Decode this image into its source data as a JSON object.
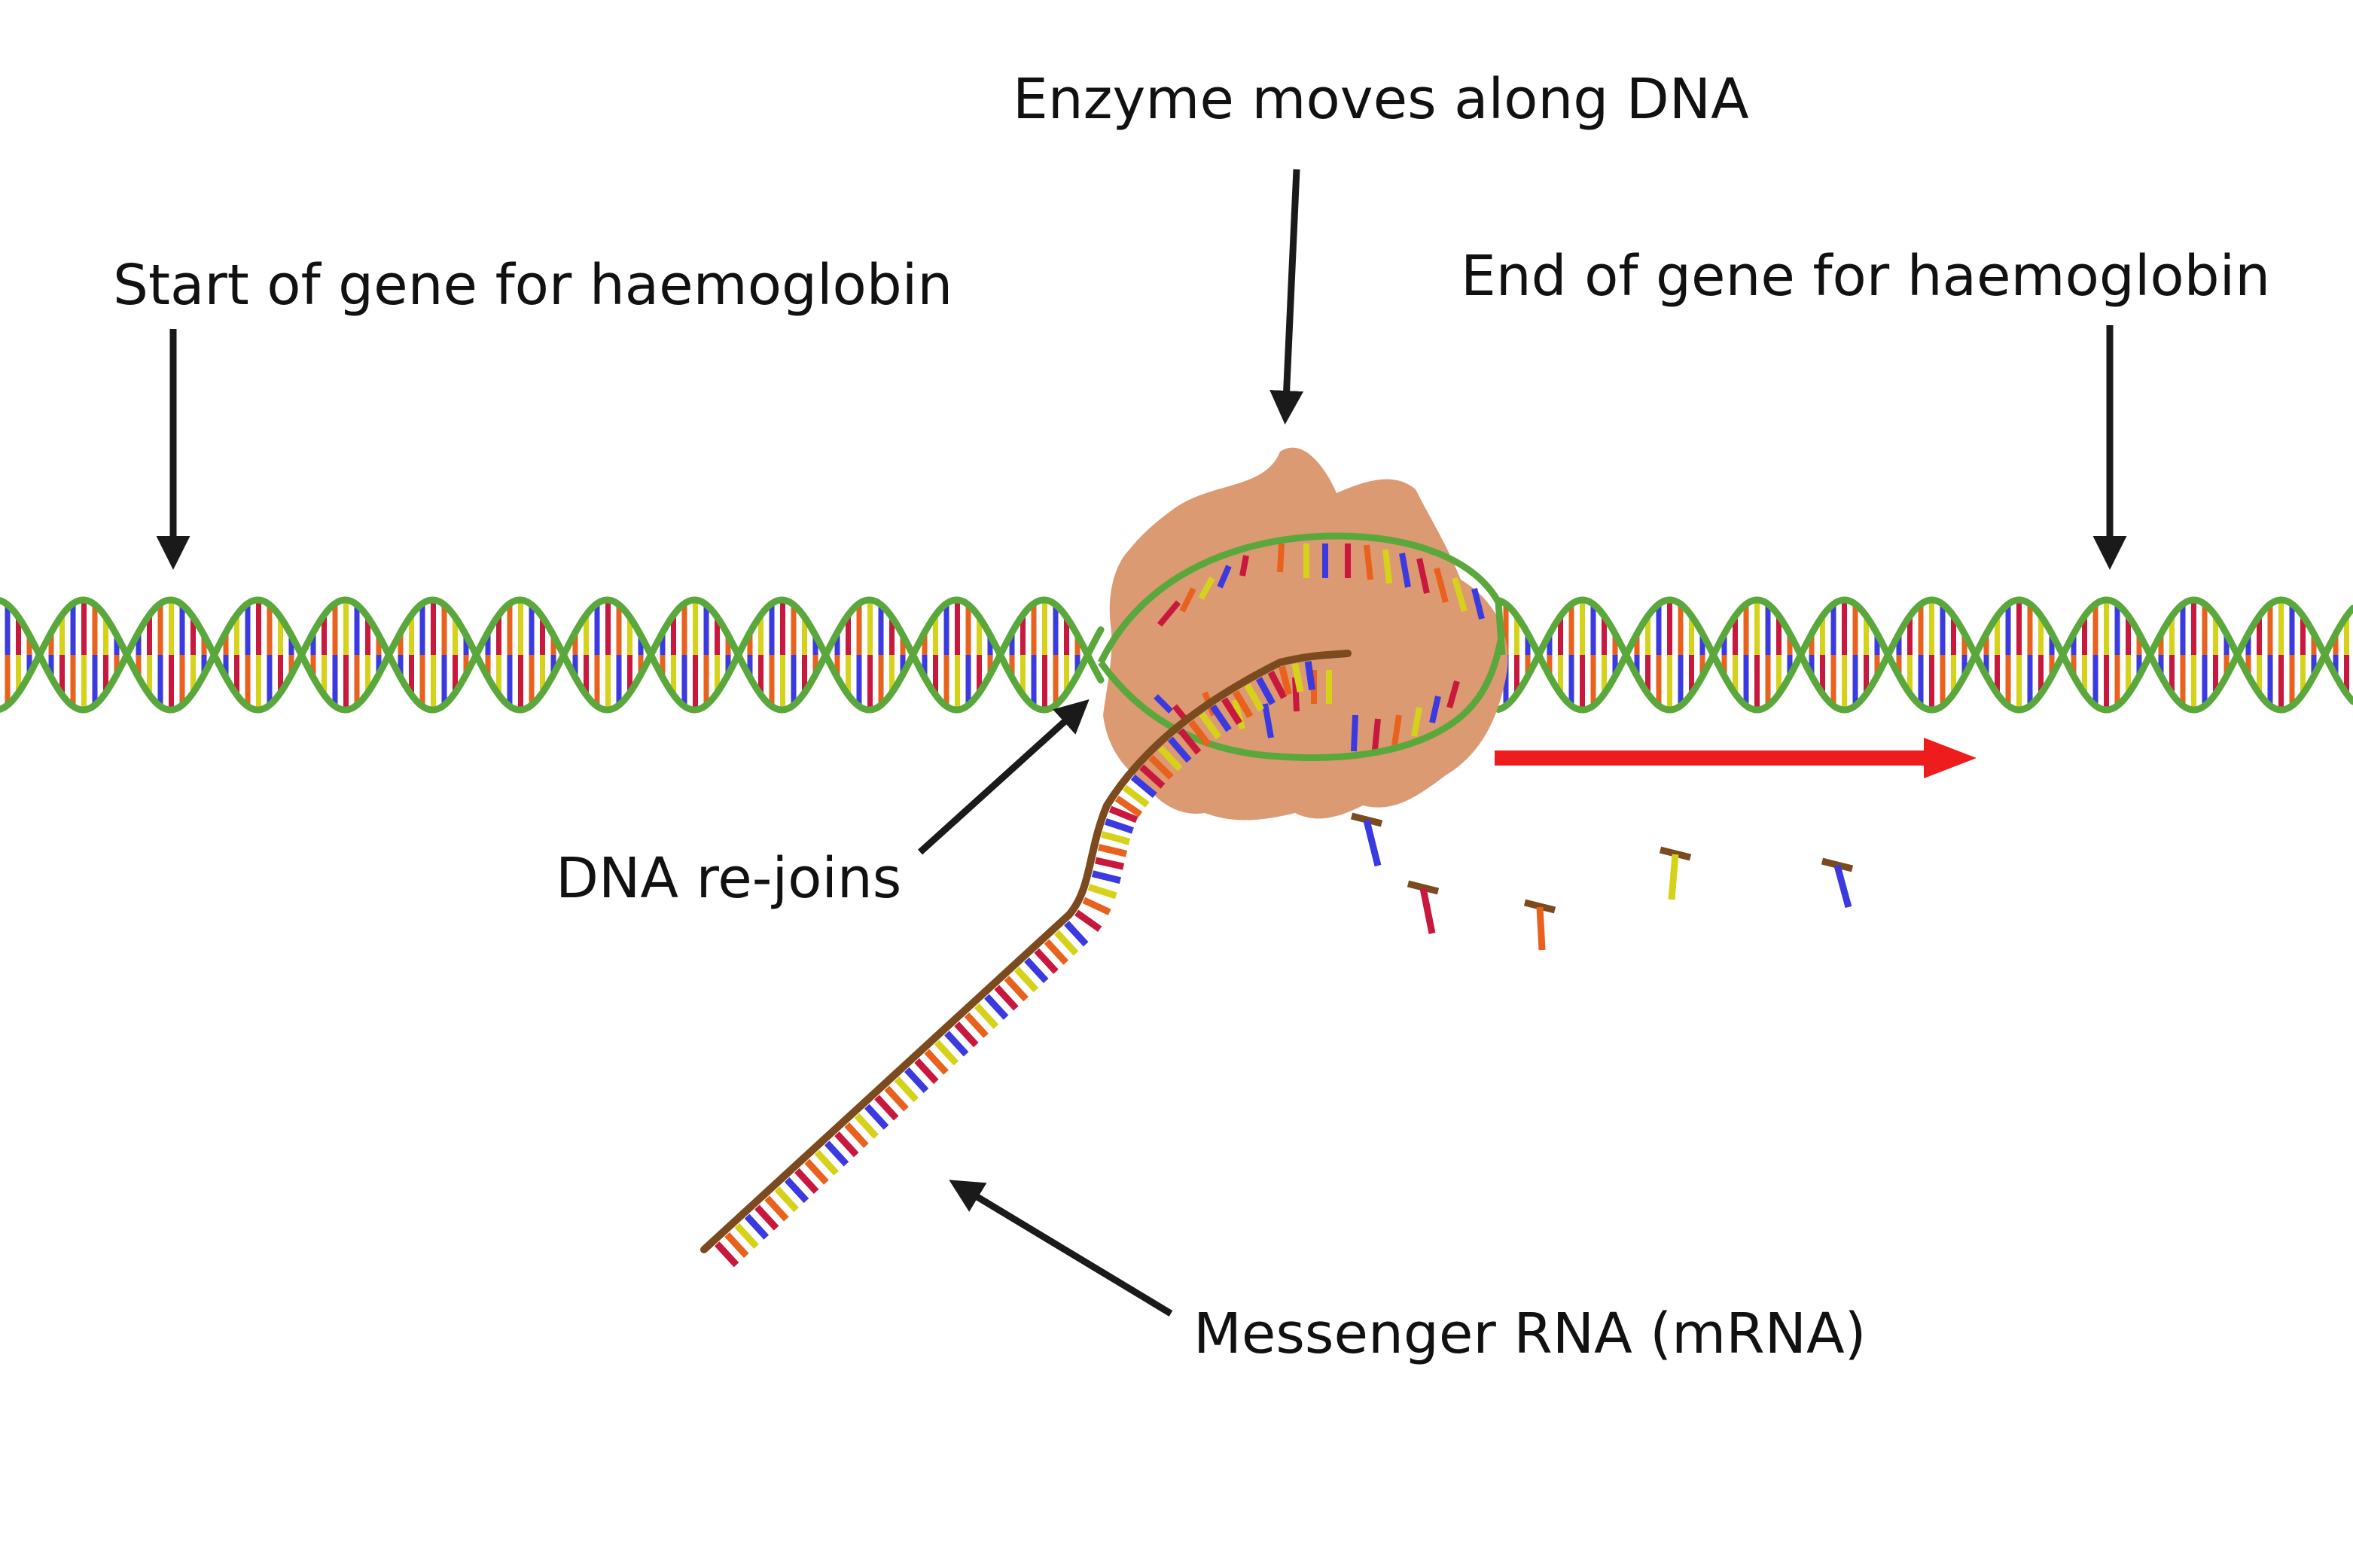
{
  "labels": {
    "start": "Start of gene for haemoglobin",
    "enzyme": "Enzyme moves along DNA",
    "end": "End of gene for haemoglobin",
    "rejoins": "DNA re-joins",
    "mrna": "Messenger RNA (mRNA)"
  },
  "colors": {
    "dna_backbone": "#5aa83c",
    "enzyme": "#dc9a73",
    "mrna_backbone": "#7b4a1e",
    "direction_arrow": "#ee1c1c",
    "pointer_arrows": "#1a1a1a",
    "bases": [
      "#e8621e",
      "#c8183e",
      "#3a3ae0",
      "#d6d21a"
    ]
  }
}
